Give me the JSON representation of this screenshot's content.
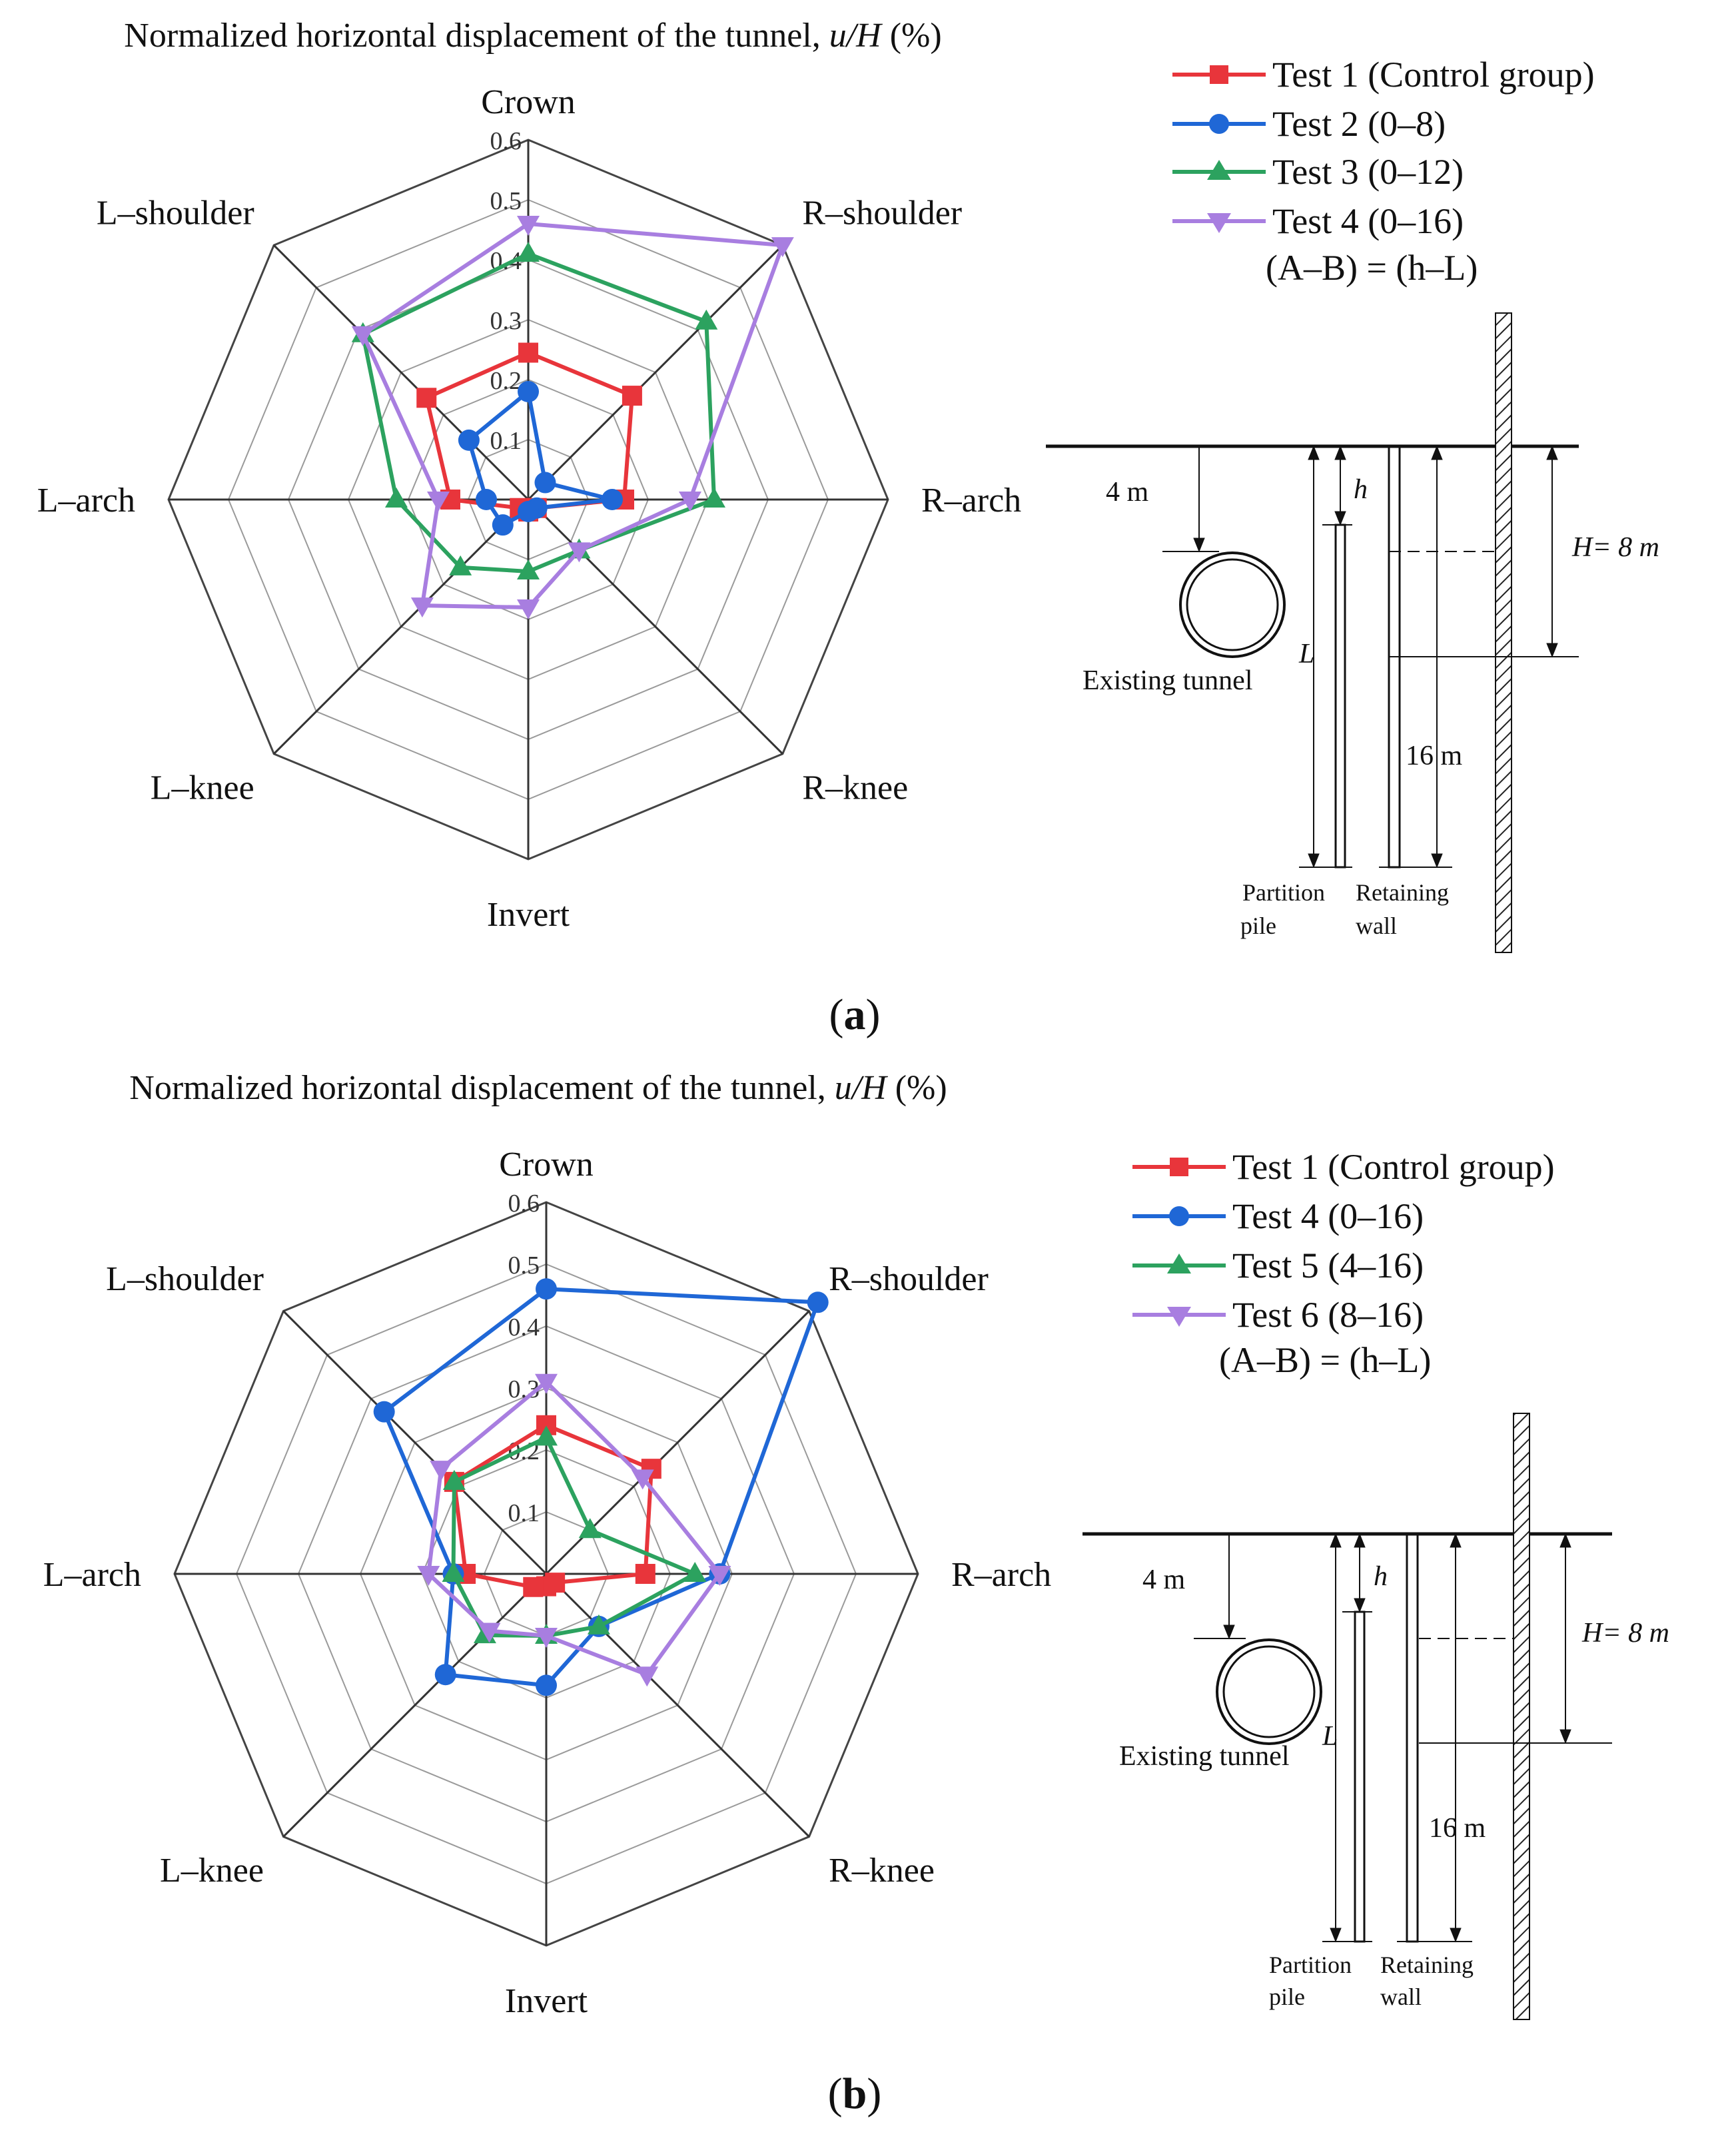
{
  "chart_data": [
    {
      "type": "radar",
      "panel_label": "a",
      "title": "Normalized horizontal displacement of the tunnel, u/H (%)",
      "title_main": "Normalized horizontal displacement of the tunnel, ",
      "title_var": "u/H",
      "title_unit": " (%)",
      "categories": [
        "Crown",
        "R–shoulder",
        "R–arch",
        "R–knee",
        "Invert",
        "L–knee",
        "L–arch",
        "L–shoulder"
      ],
      "rlim": [
        0,
        0.6
      ],
      "ticks": [
        "0.1",
        "0.2",
        "0.3",
        "0.4",
        "0.5",
        "0.6"
      ],
      "grid": true,
      "legend_placement": "top-right",
      "legend_note": "(A–B) = (h–L)",
      "series": [
        {
          "name": "Test 1 (Control group)",
          "color": "#e8353b",
          "marker": "square",
          "values": [
            0.245,
            0.245,
            0.16,
            0.02,
            0.02,
            0.02,
            0.13,
            0.24
          ]
        },
        {
          "name": "Test 2 (0–8)",
          "color": "#1f67d6",
          "marker": "circle",
          "values": [
            0.18,
            0.04,
            0.14,
            0.02,
            0.02,
            0.06,
            0.07,
            0.14
          ]
        },
        {
          "name": "Test 3 (0–12)",
          "color": "#2ca25f",
          "marker": "triangle-up",
          "values": [
            0.41,
            0.42,
            0.31,
            0.12,
            0.12,
            0.16,
            0.22,
            0.39
          ]
        },
        {
          "name": "Test 4 (0–16)",
          "color": "#a87ee0",
          "marker": "triangle-down",
          "values": [
            0.46,
            0.6,
            0.27,
            0.12,
            0.18,
            0.25,
            0.15,
            0.39
          ]
        }
      ]
    },
    {
      "type": "radar",
      "panel_label": "b",
      "title": "Normalized horizontal displacement of the tunnel, u/H (%)",
      "title_main": "Normalized horizontal displacement of the tunnel, ",
      "title_var": "u/H",
      "title_unit": " (%)",
      "categories": [
        "Crown",
        "R–shoulder",
        "R–arch",
        "R–knee",
        "Invert",
        "L–knee",
        "L–arch",
        "L–shoulder"
      ],
      "rlim": [
        0,
        0.6
      ],
      "ticks": [
        "0.1",
        "0.2",
        "0.3",
        "0.4",
        "0.5",
        "0.6"
      ],
      "grid": true,
      "legend_placement": "top-right",
      "legend_note": "(A–B) = (h–L)",
      "series": [
        {
          "name": "Test 1 (Control group)",
          "color": "#e8353b",
          "marker": "square",
          "values": [
            0.24,
            0.24,
            0.16,
            0.02,
            0.02,
            0.03,
            0.13,
            0.21
          ]
        },
        {
          "name": "Test 4 (0–16)",
          "color": "#1f67d6",
          "marker": "circle",
          "values": [
            0.46,
            0.62,
            0.28,
            0.12,
            0.18,
            0.23,
            0.15,
            0.37
          ]
        },
        {
          "name": "Test 5 (4–16)",
          "color": "#2ca25f",
          "marker": "triangle-up",
          "values": [
            0.22,
            0.1,
            0.24,
            0.12,
            0.1,
            0.14,
            0.15,
            0.21
          ]
        },
        {
          "name": "Test 6 (8–16)",
          "color": "#a87ee0",
          "marker": "triangle-down",
          "values": [
            0.31,
            0.22,
            0.28,
            0.23,
            0.1,
            0.13,
            0.19,
            0.24
          ]
        }
      ]
    }
  ],
  "diagram": {
    "depth_label": "4 m",
    "h_label": "h",
    "L_label": "L",
    "H_label": "H= 8 m",
    "depth16_label": "16 m",
    "tunnel_label": "Existing tunnel",
    "pile_line1": "Partition",
    "pile_line2": "pile",
    "wall_line1": "Retaining",
    "wall_line2": "wall"
  }
}
